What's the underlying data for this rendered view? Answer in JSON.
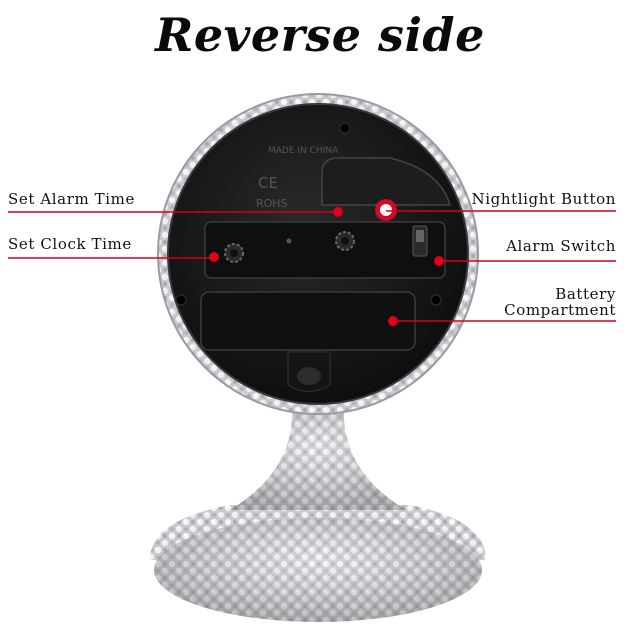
{
  "title": "Reverse side",
  "back_panel_text": {
    "made_in": "MADE IN CHINA",
    "ce_mark": "CE",
    "rohs": "ROHS"
  },
  "callouts": {
    "set_alarm_time": "Set Alarm Time",
    "set_clock_time": "Set Clock Time",
    "nightlight_button": "Nightlight Button",
    "alarm_switch": "Alarm Switch",
    "battery_line1": "Battery",
    "battery_line2": "Compartment"
  },
  "colors": {
    "callout_line": "#d4001a",
    "marker_dot": "#e0001b",
    "clock_back": "#161616",
    "rhinestone": "#d9d9de"
  }
}
